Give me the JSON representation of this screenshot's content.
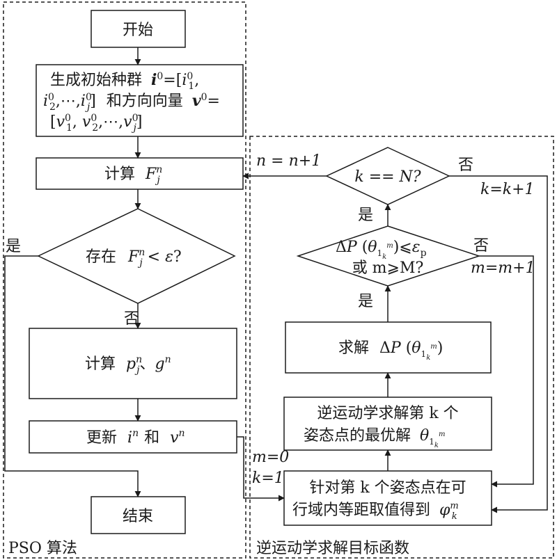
{
  "groups": {
    "pso": "PSO 算法",
    "inverse": "逆运动学求解目标函数"
  },
  "nodes": {
    "start": "开始",
    "init_line1": "生成初始种群",
    "init_line2": "和方向向量",
    "compute_F": "计算",
    "exists_check_prefix": "存在",
    "compute_pg": "计算",
    "update": "更新",
    "update_and": "和",
    "end": "结束",
    "k_check": "k == N?",
    "cond_line2": "或 m⩾M?",
    "solve_dp": "求解",
    "inv_solve_line1": "逆运动学求解第 k 个",
    "inv_solve_line2": "姿态点的最优解",
    "sample_line1": "针对第 k 个姿态点在可",
    "sample_line2": "行域内等距取值得到"
  },
  "edge_labels": {
    "yes_left": "是",
    "no_exists": "否",
    "n_update": "n = n+1",
    "no_k": "否",
    "k_update": "k=k+1",
    "yes_k": "是",
    "no_cond": "否",
    "m_update": "m=m+1",
    "yes_cond": "是",
    "m_init": "m=0",
    "k_init": "k=1"
  }
}
